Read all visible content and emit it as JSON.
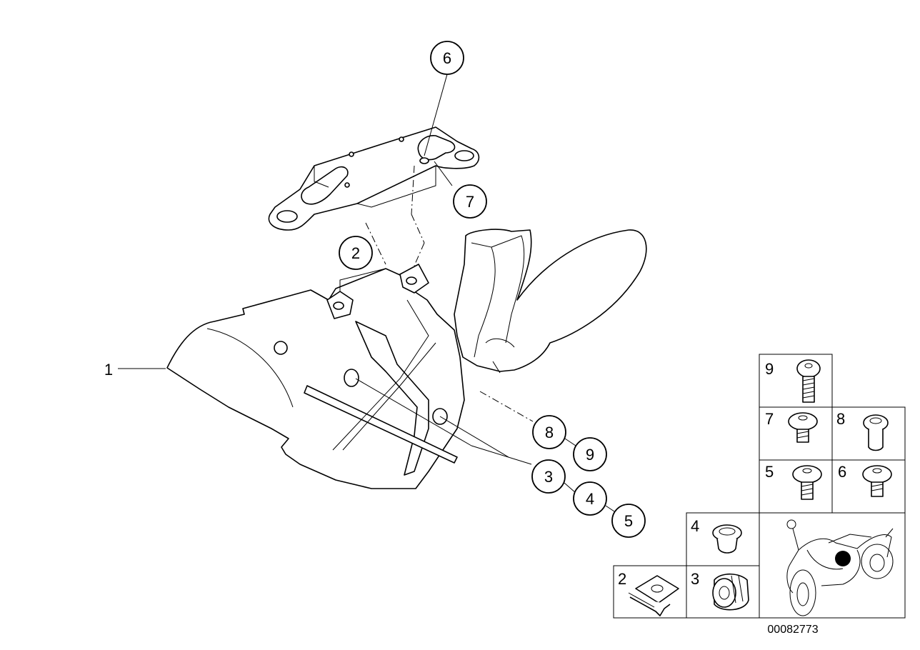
{
  "callouts": {
    "c1": "1",
    "c2": "2",
    "c3": "3",
    "c4": "4",
    "c5": "5",
    "c6": "6",
    "c7": "7",
    "c8": "8",
    "c9": "9"
  },
  "parts_table": {
    "cell_9": "9",
    "cell_7": "7",
    "cell_8": "8",
    "cell_5": "5",
    "cell_6": "6",
    "cell_4": "4",
    "cell_3": "3",
    "cell_2": "2"
  },
  "reference_code": "00082773"
}
